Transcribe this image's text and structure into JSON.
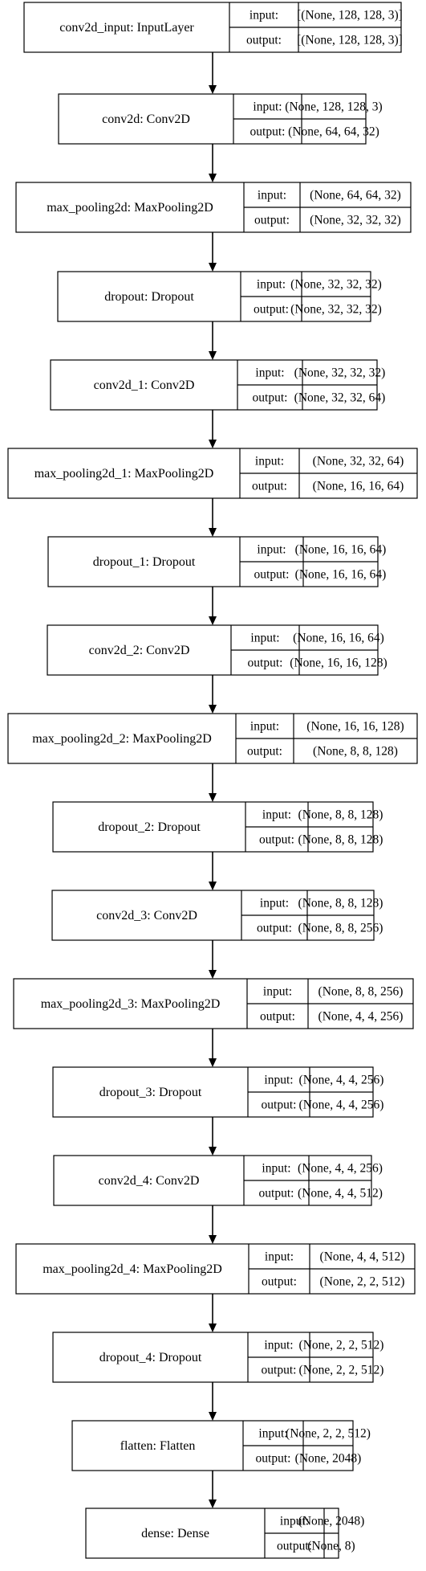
{
  "labels": {
    "input": "input:",
    "output": "output:"
  },
  "layers": [
    {
      "name": "conv2d_input: InputLayer",
      "input": "[(None, 128, 128, 3)]",
      "output": "[(None, 128, 128, 3)]"
    },
    {
      "name": "conv2d: Conv2D",
      "input": "(None, 128, 128, 3)",
      "output": "(None, 64, 64, 32)"
    },
    {
      "name": "max_pooling2d: MaxPooling2D",
      "input": "(None, 64, 64, 32)",
      "output": "(None, 32, 32, 32)"
    },
    {
      "name": "dropout: Dropout",
      "input": "(None, 32, 32, 32)",
      "output": "(None, 32, 32, 32)"
    },
    {
      "name": "conv2d_1: Conv2D",
      "input": "(None, 32, 32, 32)",
      "output": "(None, 32, 32, 64)"
    },
    {
      "name": "max_pooling2d_1: MaxPooling2D",
      "input": "(None, 32, 32, 64)",
      "output": "(None, 16, 16, 64)"
    },
    {
      "name": "dropout_1: Dropout",
      "input": "(None, 16, 16, 64)",
      "output": "(None, 16, 16, 64)"
    },
    {
      "name": "conv2d_2: Conv2D",
      "input": "(None, 16, 16, 64)",
      "output": "(None, 16, 16, 128)"
    },
    {
      "name": "max_pooling2d_2: MaxPooling2D",
      "input": "(None, 16, 16, 128)",
      "output": "(None, 8, 8, 128)"
    },
    {
      "name": "dropout_2: Dropout",
      "input": "(None, 8, 8, 128)",
      "output": "(None, 8, 8, 128)"
    },
    {
      "name": "conv2d_3: Conv2D",
      "input": "(None, 8, 8, 128)",
      "output": "(None, 8, 8, 256)"
    },
    {
      "name": "max_pooling2d_3: MaxPooling2D",
      "input": "(None, 8, 8, 256)",
      "output": "(None, 4, 4, 256)"
    },
    {
      "name": "dropout_3: Dropout",
      "input": "(None, 4, 4, 256)",
      "output": "(None, 4, 4, 256)"
    },
    {
      "name": "conv2d_4: Conv2D",
      "input": "(None, 4, 4, 256)",
      "output": "(None, 4, 4, 512)"
    },
    {
      "name": "max_pooling2d_4: MaxPooling2D",
      "input": "(None, 4, 4, 512)",
      "output": "(None, 2, 2, 512)"
    },
    {
      "name": "dropout_4: Dropout",
      "input": "(None, 2, 2, 512)",
      "output": "(None, 2, 2, 512)"
    },
    {
      "name": "flatten: Flatten",
      "input": "(None, 2, 2, 512)",
      "output": "(None, 2048)"
    },
    {
      "name": "dense: Dense",
      "input": "(None, 2048)",
      "output": "(None, 8)"
    }
  ]
}
